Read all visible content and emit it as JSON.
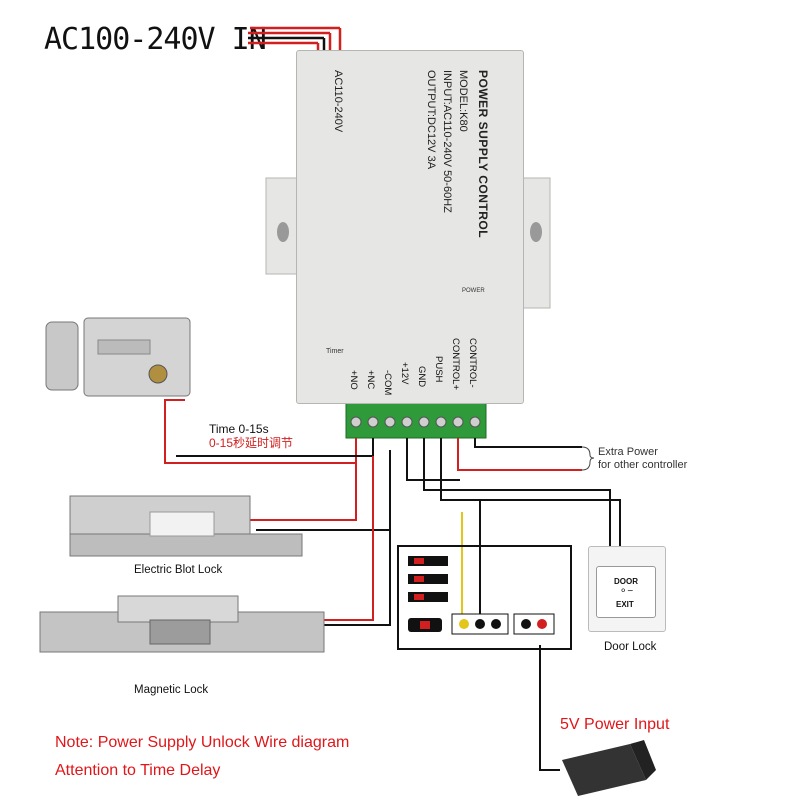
{
  "title": "AC100-240V IN",
  "device": {
    "brand": "POWER SUPPLY CONTROL",
    "model": "MODEL:K80",
    "input": "INPUT:AC110-240V  50-60HZ",
    "output": "OUTPUT:DC12V  3A",
    "ac_side": "AC110-240V",
    "power_led": "POWER",
    "timer": "Timer"
  },
  "terminals": [
    "+NO",
    "+NC",
    "-COM",
    "+12V",
    "GND",
    "PUSH",
    "CONTROL+",
    "CONTROL-"
  ],
  "annotations": {
    "time": "Time 0-15s",
    "time_cn": "0-15秒延时调节",
    "extra_power_1": "Extra Power",
    "extra_power_2": "for other controller"
  },
  "devices": {
    "electric_bolt": "Electric Blot Lock",
    "magnetic": "Magnetic Lock",
    "door": "Door Lock",
    "door_btn_top": "DOOR",
    "door_btn_bottom": "EXIT",
    "power_input": "5V Power Input"
  },
  "notes": {
    "line1": "Note: Power Supply Unlock Wire diagram",
    "line2": "Attention to Time Delay"
  },
  "colors": {
    "red_wire": "#d21f1f",
    "black_wire": "#111111",
    "note_red": "#e0161a",
    "terminal_green": "#2e9a3a"
  },
  "icons": [
    "plug-icon",
    "key-icon",
    "power-adapter-icon",
    "door-lock-icon",
    "bolt-lock-icon",
    "magnetic-lock-icon"
  ]
}
